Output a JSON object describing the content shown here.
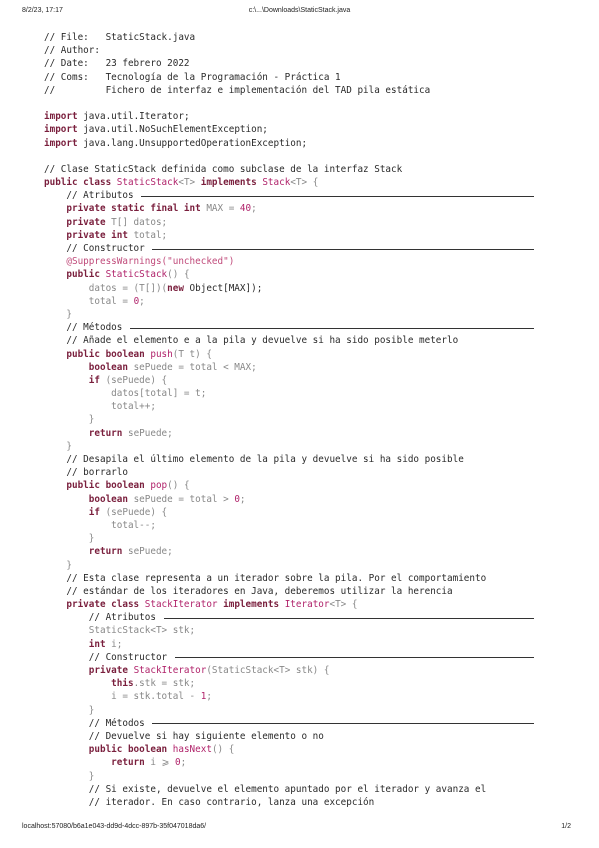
{
  "header": {
    "date": "8/2/23, 17:17",
    "path": "c:\\...\\Downloads\\StaticStack.java"
  },
  "footer": {
    "url": "localhost:57080/b6a1e043-dd9d-4dcc-897b-35f047018da6/",
    "page": "1/2"
  },
  "lines": [
    [
      [
        "c",
        "// File:   StaticStack.java"
      ]
    ],
    [
      [
        "c",
        "// Author:"
      ]
    ],
    [
      [
        "c",
        "// Date:   23 febrero 2022"
      ]
    ],
    [
      [
        "c",
        "// Coms:   Tecnología de la Programación - Práctica 1"
      ]
    ],
    [
      [
        "c",
        "//         Fichero de interfaz e implementación del TAD pila estática"
      ]
    ],
    [],
    [
      [
        "k",
        "import"
      ],
      [
        "c",
        " java.util.Iterator;"
      ]
    ],
    [
      [
        "k",
        "import"
      ],
      [
        "c",
        " java.util.NoSuchElementException;"
      ]
    ],
    [
      [
        "k",
        "import"
      ],
      [
        "c",
        " java.lang.UnsupportedOperationException;"
      ]
    ],
    [],
    [
      [
        "c",
        "// Clase StaticStack definida como subclase de la interfaz Stack"
      ]
    ],
    [
      [
        "k",
        "public class "
      ],
      [
        "t",
        "StaticStack"
      ],
      [
        "p",
        "<T> "
      ],
      [
        "k",
        "implements "
      ],
      [
        "t",
        "Stack"
      ],
      [
        "p",
        "<T> {"
      ]
    ],
    [
      [
        "c",
        "    // Atributos "
      ]
    ],
    [
      [
        "k",
        "    private static final int "
      ],
      [
        "p",
        "MAX = "
      ],
      [
        "n",
        "40"
      ],
      [
        "p",
        ";"
      ]
    ],
    [
      [
        "k",
        "    private "
      ],
      [
        "p",
        "T[] datos;"
      ]
    ],
    [
      [
        "k",
        "    private int "
      ],
      [
        "p",
        "total;"
      ]
    ],
    [
      [
        "c",
        "    // Constructor "
      ]
    ],
    [
      [
        "a",
        "    @SuppressWarnings(\"unchecked\")"
      ]
    ],
    [
      [
        "k",
        "    public "
      ],
      [
        "t",
        "StaticStack"
      ],
      [
        "p",
        "() {"
      ]
    ],
    [
      [
        "p",
        "        datos = (T[])("
      ],
      [
        "k",
        "new "
      ],
      [
        "c",
        "Object[MAX]);"
      ]
    ],
    [
      [
        "p",
        "        total = "
      ],
      [
        "n",
        "0"
      ],
      [
        "p",
        ";"
      ]
    ],
    [
      [
        "p",
        "    }"
      ]
    ],
    [
      [
        "c",
        "    // Métodos "
      ]
    ],
    [
      [
        "c",
        "    // Añade el elemento e a la pila y devuelve si ha sido posible meterlo"
      ]
    ],
    [
      [
        "k",
        "    public boolean "
      ],
      [
        "t",
        "push"
      ],
      [
        "p",
        "(T t) {"
      ]
    ],
    [
      [
        "k",
        "        boolean "
      ],
      [
        "p",
        "sePuede = total < MAX;"
      ]
    ],
    [
      [
        "k",
        "        if "
      ],
      [
        "p",
        "(sePuede) {"
      ]
    ],
    [
      [
        "p",
        "            datos[total] = t;"
      ]
    ],
    [
      [
        "p",
        "            total++;"
      ]
    ],
    [
      [
        "p",
        "        }"
      ]
    ],
    [
      [
        "k",
        "        return "
      ],
      [
        "p",
        "sePuede;"
      ]
    ],
    [
      [
        "p",
        "    }"
      ]
    ],
    [
      [
        "c",
        "    // Desapila el último elemento de la pila y devuelve si ha sido posible"
      ]
    ],
    [
      [
        "c",
        "    // borrarlo"
      ]
    ],
    [
      [
        "k",
        "    public boolean "
      ],
      [
        "t",
        "pop"
      ],
      [
        "p",
        "() {"
      ]
    ],
    [
      [
        "k",
        "        boolean "
      ],
      [
        "p",
        "sePuede = total > "
      ],
      [
        "n",
        "0"
      ],
      [
        "p",
        ";"
      ]
    ],
    [
      [
        "k",
        "        if "
      ],
      [
        "p",
        "(sePuede) {"
      ]
    ],
    [
      [
        "p",
        "            total--;"
      ]
    ],
    [
      [
        "p",
        "        }"
      ]
    ],
    [
      [
        "k",
        "        return "
      ],
      [
        "p",
        "sePuede;"
      ]
    ],
    [
      [
        "p",
        "    }"
      ]
    ],
    [
      [
        "c",
        "    // Esta clase representa a un iterador sobre la pila. Por el comportamiento"
      ]
    ],
    [
      [
        "c",
        "    // estándar de los iteradores en Java, deberemos utilizar la herencia"
      ]
    ],
    [
      [
        "k",
        "    private class "
      ],
      [
        "t",
        "StackIterator "
      ],
      [
        "k",
        "implements "
      ],
      [
        "t",
        "Iterator"
      ],
      [
        "p",
        "<T> {"
      ]
    ],
    [
      [
        "c",
        "        // Atributos "
      ]
    ],
    [
      [
        "p",
        "        StaticStack<T> stk;"
      ]
    ],
    [
      [
        "k",
        "        int "
      ],
      [
        "p",
        "i;"
      ]
    ],
    [
      [
        "c",
        "        // Constructor "
      ]
    ],
    [
      [
        "k",
        "        private "
      ],
      [
        "t",
        "StackIterator"
      ],
      [
        "p",
        "(StaticStack<T> stk) {"
      ]
    ],
    [
      [
        "k",
        "            this"
      ],
      [
        "p",
        ".stk = stk;"
      ]
    ],
    [
      [
        "p",
        "            i = stk.total - "
      ],
      [
        "n",
        "1"
      ],
      [
        "p",
        ";"
      ]
    ],
    [
      [
        "p",
        "        }"
      ]
    ],
    [
      [
        "c",
        "        // Métodos "
      ]
    ],
    [
      [
        "c",
        "        // Devuelve si hay siguiente elemento o no"
      ]
    ],
    [
      [
        "k",
        "        public boolean "
      ],
      [
        "t",
        "hasNext"
      ],
      [
        "p",
        "() {"
      ]
    ],
    [
      [
        "k",
        "            return "
      ],
      [
        "p",
        "i ⩾ "
      ],
      [
        "n",
        "0"
      ],
      [
        "p",
        ";"
      ]
    ],
    [
      [
        "p",
        "        }"
      ]
    ],
    [
      [
        "c",
        "        // Si existe, devuelve el elemento apuntado por el iterador y avanza el"
      ]
    ],
    [
      [
        "c",
        "        // iterador. En caso contrario, lanza una excepción"
      ]
    ]
  ]
}
